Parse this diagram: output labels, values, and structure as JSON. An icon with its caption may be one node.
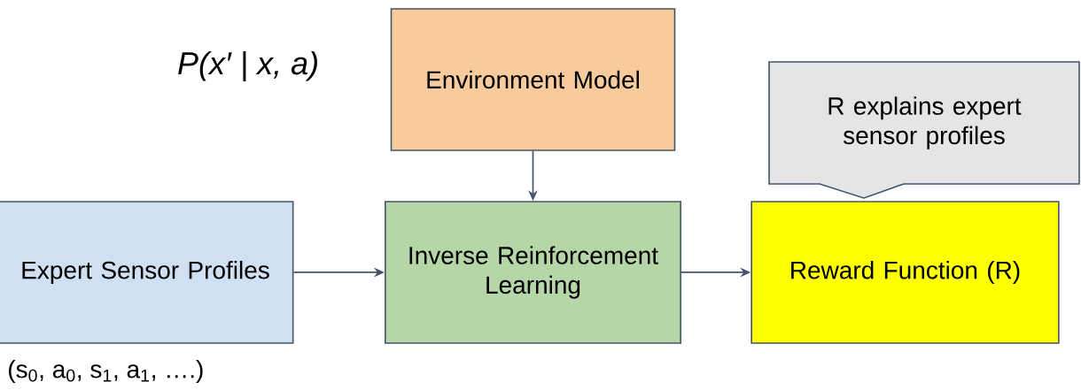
{
  "diagram": {
    "nodes": [
      {
        "text": [
          "Environment Model"
        ]
      },
      {
        "text": [
          "Expert Sensor Profiles"
        ],
        "beside": [
          "(s$_{0}$, a$_{0}$, s$_{1}$, a$_{1}$, ….)"
        ]
      },
      {
        "text": [
          "Inverse Reinforcement Learning"
        ]
      },
      {
        "text": [
          "R explains expert sensor profiles"
        ]
      },
      {
        "text": [
          "Reward Function (R)"
        ]
      }
    ],
    "edges": [
      {
        "from": 0,
        "to": 2,
        "arrow": "to"
      },
      {
        "from": 1,
        "to": 2,
        "arrow": "to"
      },
      {
        "from": 2,
        "to": 4,
        "arrow": "to"
      }
    ],
    "labels": [
      "P(x′ | x, a)"
    ]
  }
}
